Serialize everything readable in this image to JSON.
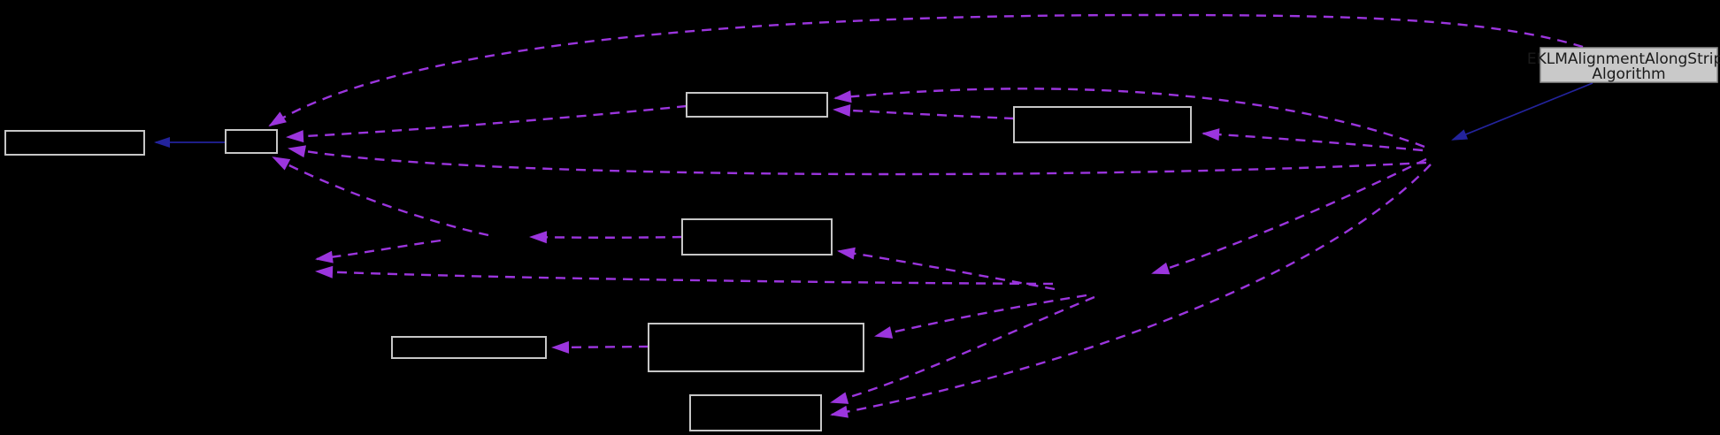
{
  "diagram": {
    "kind": "collaboration-graph",
    "background_color": "#000000",
    "main_node": {
      "label": "EKLMAlignmentAlongStripsAlgorithm",
      "label_line1": "EKLMAlignmentAlongStrips",
      "label_line2": "Algorithm"
    },
    "nodes": [
      {
        "id": "node-left",
        "label": ""
      },
      {
        "id": "node-hub-small",
        "label": ""
      },
      {
        "id": "node-top-middle",
        "label": ""
      },
      {
        "id": "node-right",
        "label": ""
      },
      {
        "id": "node-middle",
        "label": ""
      },
      {
        "id": "node-bottom-left",
        "label": ""
      },
      {
        "id": "node-bottom-large",
        "label": ""
      },
      {
        "id": "node-bottom-small",
        "label": ""
      },
      {
        "id": "node-main",
        "label": "EKLMAlignmentAlongStripsAlgorithm"
      }
    ],
    "edges": [
      {
        "from": "node-hub-small",
        "to": "node-left",
        "style": "solid"
      },
      {
        "from": "node-main",
        "to": "hub-point",
        "style": "solid"
      },
      {
        "from": "node-main",
        "to": "node-hub-small",
        "style": "dashed"
      },
      {
        "from": "node-top-middle",
        "to": "node-hub-small",
        "style": "dashed"
      },
      {
        "from": "hub-point",
        "to": "node-hub-small",
        "style": "dashed"
      },
      {
        "from": "mid-point",
        "to": "node-hub-small",
        "style": "dashed"
      },
      {
        "from": "hub-point",
        "to": "node-top-middle",
        "style": "dashed"
      },
      {
        "from": "node-right",
        "to": "node-top-middle",
        "style": "dashed"
      },
      {
        "from": "hub-point",
        "to": "node-right",
        "style": "dashed"
      },
      {
        "from": "hub-point",
        "to": "lower-point",
        "style": "dashed"
      },
      {
        "from": "lower-point",
        "to": "node-middle",
        "style": "dashed"
      },
      {
        "from": "node-middle",
        "to": "mid-point",
        "style": "dashed"
      },
      {
        "from": "mid-point",
        "to": "far-left-point",
        "style": "dashed"
      },
      {
        "from": "lower-point",
        "to": "far-left-point",
        "style": "dashed"
      },
      {
        "from": "lower-point",
        "to": "node-bottom-large",
        "style": "dashed"
      },
      {
        "from": "node-bottom-large",
        "to": "node-bottom-left",
        "style": "dashed"
      },
      {
        "from": "lower-point",
        "to": "node-bottom-small",
        "style": "dashed"
      },
      {
        "from": "hub-point",
        "to": "node-bottom-small",
        "style": "dashed"
      }
    ],
    "colors": {
      "dashed_edge": "#9b35dd",
      "solid_edge": "#23239c",
      "node_border": "#c6c6c6",
      "node_fill": "#000000",
      "main_node_fill": "#c9c9c9",
      "main_node_text": "#1a1a1a"
    }
  }
}
